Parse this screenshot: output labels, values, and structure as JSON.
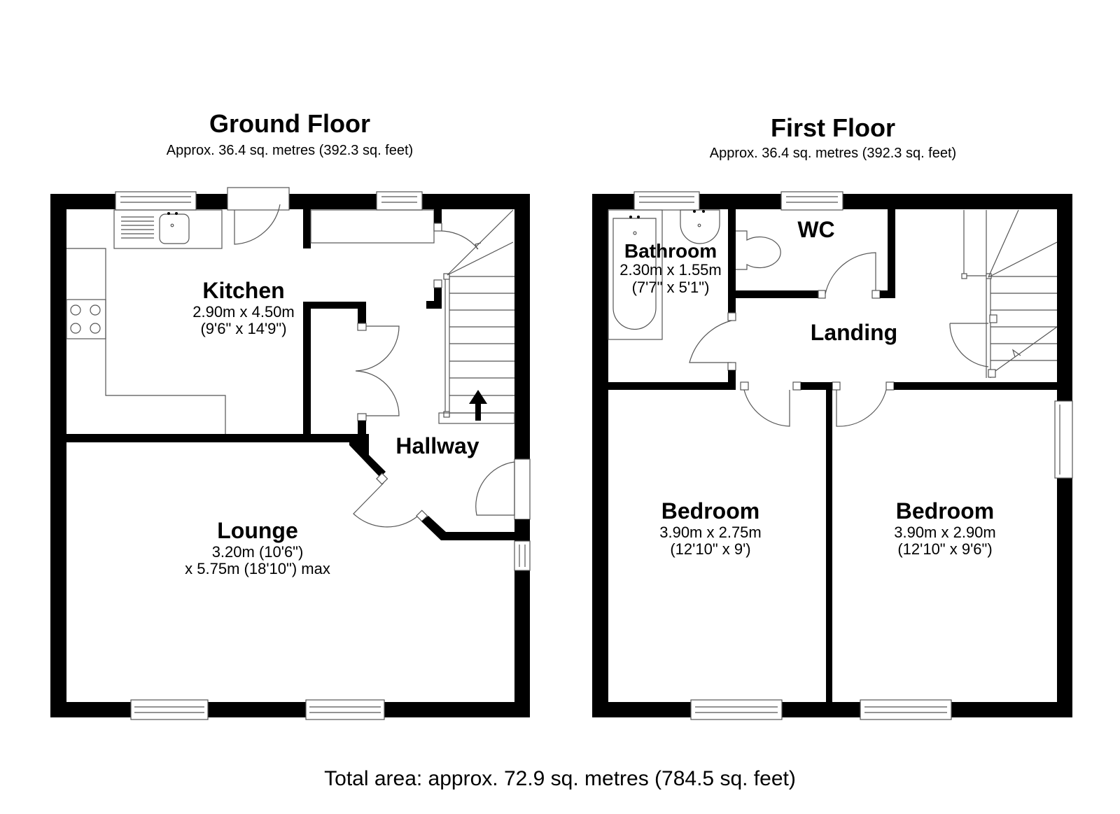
{
  "ground_floor": {
    "title": "Ground Floor",
    "area": "Approx. 36.4 sq. metres (392.3 sq. feet)",
    "rooms": [
      {
        "name": "Kitchen",
        "dim_metric": "2.90m x 4.50m",
        "dim_imperial": "(9'6\" x 14'9\")"
      },
      {
        "name": "Hallway"
      },
      {
        "name": "Lounge",
        "dim_line1": "3.20m (10'6\")",
        "dim_line2": "x 5.75m (18'10\") max"
      }
    ]
  },
  "first_floor": {
    "title": "First Floor",
    "area": "Approx. 36.4 sq. metres (392.3 sq. feet)",
    "rooms": [
      {
        "name": "Bathroom",
        "dim_metric": "2.30m x 1.55m",
        "dim_imperial": "(7'7\" x 5'1\")"
      },
      {
        "name": "WC"
      },
      {
        "name": "Landing"
      },
      {
        "name": "Bedroom",
        "dim_metric": "3.90m x 2.75m",
        "dim_imperial": "(12'10\" x 9')"
      },
      {
        "name": "Bedroom",
        "dim_metric": "3.90m x 2.90m",
        "dim_imperial": "(12'10\" x 9'6\")"
      }
    ]
  },
  "footer": {
    "total_area": "Total area: approx. 72.9 sq. metres (784.5 sq. feet)"
  },
  "colors": {
    "wall": "#000000",
    "background": "#ffffff",
    "fixture_line": "#555555"
  }
}
